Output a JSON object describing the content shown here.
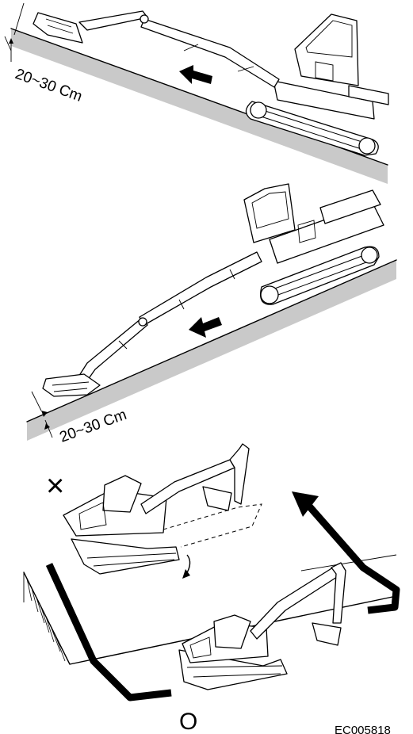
{
  "labels": {
    "top_depth": "20~30 Cm",
    "middle_depth": "20~30 Cm",
    "wrong_mark": "×",
    "correct_mark": "O",
    "figure_code": "EC005818"
  },
  "colors": {
    "ground": "#c9c9c9",
    "line": "#000000",
    "background": "#ffffff"
  },
  "icons": {
    "direction_arrow": "left-arrow-icon",
    "route_arrow": "up-arrow-icon"
  }
}
